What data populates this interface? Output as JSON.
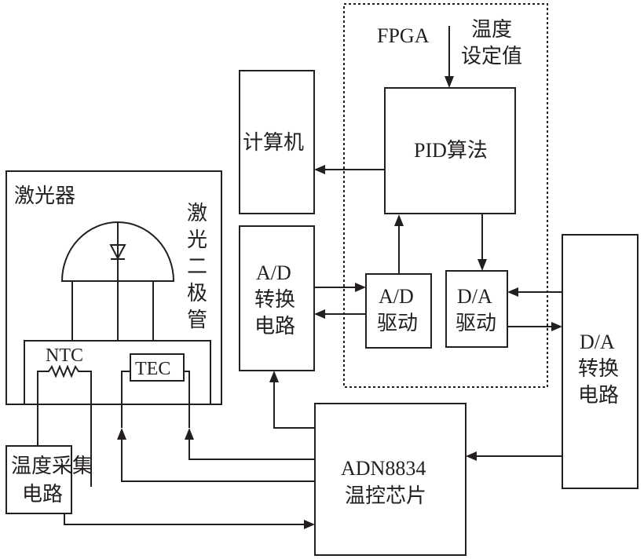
{
  "diagram": {
    "fpga": {
      "label": "FPGA",
      "setpoint_line1": "温度",
      "setpoint_line2": "设定值"
    },
    "pid": {
      "label": "PID算法"
    },
    "computer": {
      "label": "计算机"
    },
    "laser": {
      "label": "激光器",
      "diode_label": [
        "激",
        "光",
        "二",
        "极",
        "管"
      ],
      "ntc": "NTC",
      "tec": "TEC"
    },
    "ad_circuit": {
      "line1": "A/D",
      "line2": "转换",
      "line3": "电路"
    },
    "ad_driver": {
      "line1": "A/D",
      "line2": "驱动"
    },
    "da_driver": {
      "line1": "D/A",
      "line2": "驱动"
    },
    "da_circuit": {
      "line1": "D/A",
      "line2": "转换",
      "line3": "电路"
    },
    "temp_acq": {
      "line1": "温度采集",
      "line2": "电路"
    },
    "adn": {
      "line1": "ADN8834",
      "line2": "温控芯片"
    }
  }
}
